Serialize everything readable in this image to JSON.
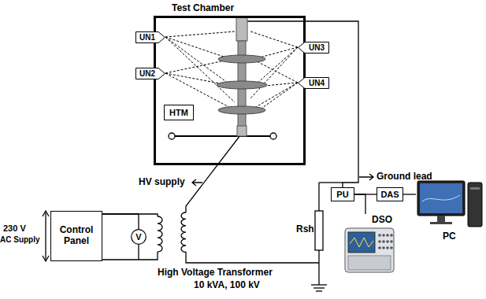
{
  "diagram": {
    "nodes": [
      {
        "text": [
          "Test Chamber"
        ]
      },
      {
        "text": [
          "UN1"
        ]
      },
      {
        "text": [
          "UN2"
        ]
      },
      {
        "text": [
          "UN3"
        ]
      },
      {
        "text": [
          "UN4"
        ]
      },
      {
        "text": [
          "HTM"
        ],
        "in": 0
      },
      {
        "text": [
          "Control Panel"
        ]
      },
      {
        "text": [
          "V"
        ]
      },
      {
        "text": [
          "PU"
        ]
      },
      {
        "text": [
          "DAS"
        ]
      },
      {
        "text": [
          "DSO"
        ]
      },
      {
        "text": [
          "PC"
        ]
      }
    ],
    "edges": [
      {
        "from": 0,
        "to": 8,
        "arrow": "none"
      },
      {
        "from": 6,
        "to": 7,
        "arrow": "none"
      },
      {
        "from": 8,
        "to": 9,
        "arrow": "none"
      },
      {
        "from": 9,
        "to": 11,
        "arrow": "none"
      },
      {
        "from": 8,
        "to": 10,
        "arrow": "none"
      }
    ],
    "labels": [
      "HV supply",
      "Ground lead",
      "230 V",
      "AC Supply",
      "Rsh",
      "High Voltage Transformer",
      "10 kVA, 100 kV"
    ]
  }
}
